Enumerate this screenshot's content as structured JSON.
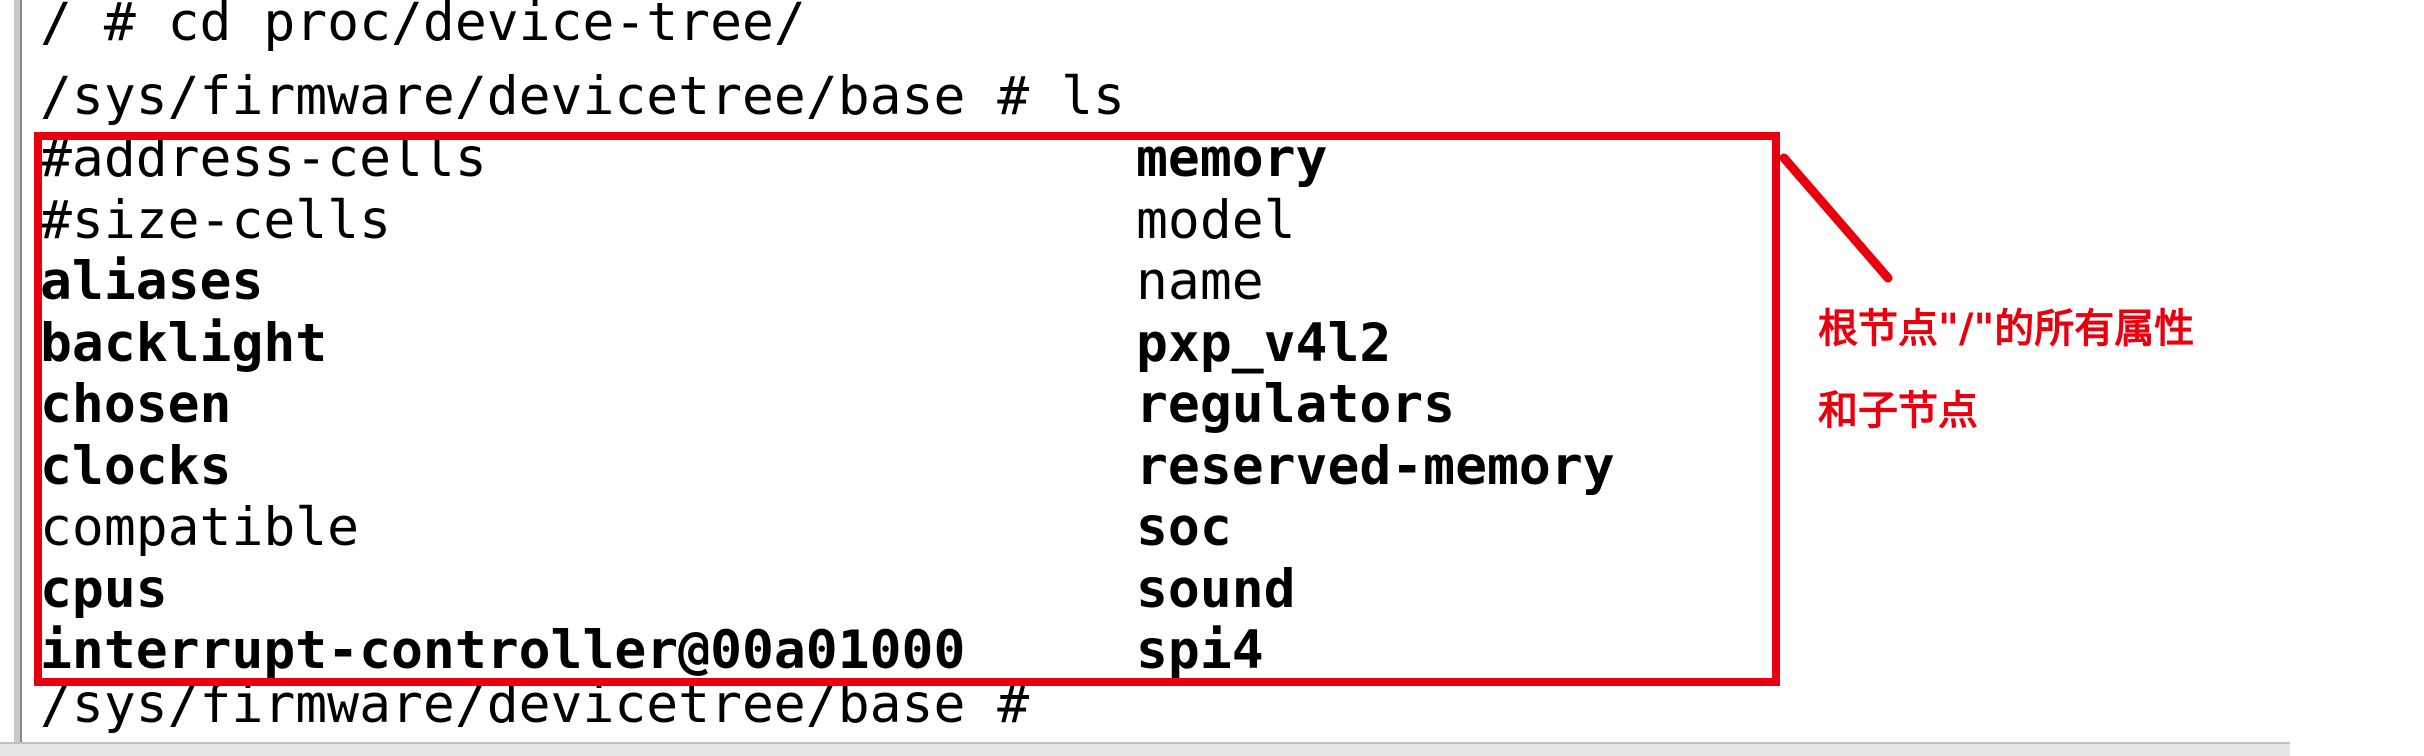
{
  "terminal": {
    "commands": [
      "/ # cd proc/device-tree/",
      "/sys/firmware/devicetree/base # ls"
    ],
    "listing_left": [
      {
        "text": "#address-cells",
        "bold": false
      },
      {
        "text": "#size-cells",
        "bold": false
      },
      {
        "text": "aliases",
        "bold": true
      },
      {
        "text": "backlight",
        "bold": true
      },
      {
        "text": "chosen",
        "bold": true
      },
      {
        "text": "clocks",
        "bold": true
      },
      {
        "text": "compatible",
        "bold": false
      },
      {
        "text": "cpus",
        "bold": true
      },
      {
        "text": "interrupt-controller@00a01000",
        "bold": true
      }
    ],
    "listing_right": [
      {
        "text": "memory",
        "bold": true
      },
      {
        "text": "model",
        "bold": false
      },
      {
        "text": "name",
        "bold": false
      },
      {
        "text": "pxp_v4l2",
        "bold": true
      },
      {
        "text": "regulators",
        "bold": true
      },
      {
        "text": "reserved-memory",
        "bold": true
      },
      {
        "text": "soc",
        "bold": true
      },
      {
        "text": "sound",
        "bold": true
      },
      {
        "text": "spi4",
        "bold": true
      }
    ],
    "prompt": "/sys/firmware/devicetree/base #"
  },
  "annotation": {
    "line1": "根节点\"/\"的所有属性",
    "line2": "和子节点",
    "color": "#e8000f"
  }
}
